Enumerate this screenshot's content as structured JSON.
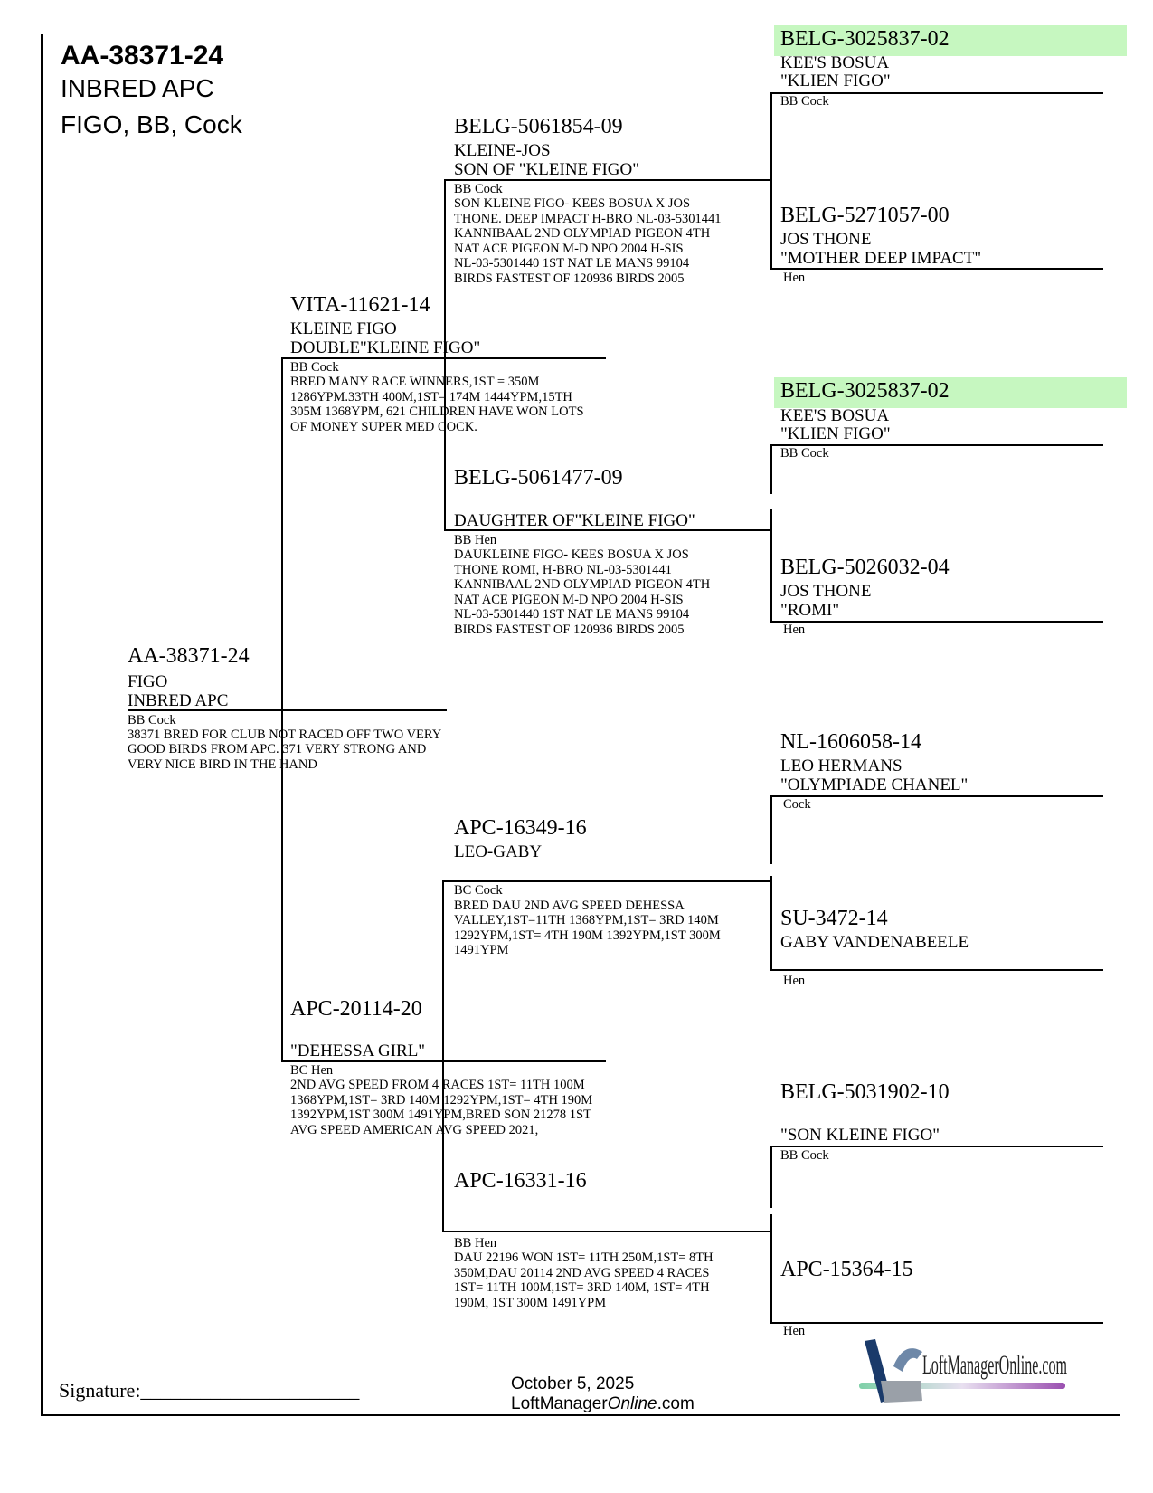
{
  "header": {
    "reg": "AA-38371-24",
    "strain": "INBRED APC",
    "desc": "FIGO, BB, Cock"
  },
  "subject": {
    "id": "AA-38371-24",
    "name1": "FIGO",
    "name2": "INBRED APC",
    "color": "BB Cock",
    "notes": [
      "38371 BRED FOR CLUB NOT RACED OFF TWO VERY",
      "GOOD BIRDS FROM APC. 371 VERY STRONG AND",
      "VERY NICE BIRD IN THE HAND"
    ]
  },
  "sire": {
    "id": "VITA-11621-14",
    "name1": "KLEINE FIGO",
    "name2": "DOUBLE\"KLEINE FIGO\"",
    "color": "BB Cock",
    "notes": [
      "BRED MANY RACE WINNERS,1ST = 350M",
      "1286YPM.33TH 400M,1ST= 174M 1444YPM,15TH",
      "305M 1368YPM, 621 CHILDREN HAVE WON LOTS",
      "OF MONEY SUPER MED COCK."
    ]
  },
  "dam": {
    "id": "APC-20114-20",
    "name1": "\"DEHESSA GIRL\"",
    "color": "BC Hen",
    "notes": [
      "2ND AVG SPEED FROM 4 RACES 1ST= 11TH 100M",
      "1368YPM,1ST= 3RD 140M 1292YPM,1ST= 4TH 190M",
      "1392YPM,1ST 300M 1491YPM,BRED SON 21278 1ST",
      "AVG SPEED AMERICAN AVG SPEED 2021,"
    ]
  },
  "gen3": [
    {
      "id": "BELG-5061854-09",
      "name1": "KLEINE-JOS",
      "name2": "SON OF \"KLEINE FIGO\"",
      "color": "BB Cock",
      "notes": [
        "SON KLEINE FIGO- KEES BOSUA X JOS",
        "THONE. DEEP IMPACT H-BRO NL-03-5301441",
        "KANNIBAAL 2ND OLYMPIAD PIGEON 4TH",
        "NAT ACE PIGEON M-D NPO 2004 H-SIS",
        "NL-03-5301440 1ST NAT LE MANS 99104",
        "BIRDS FASTEST OF 120936 BIRDS 2005"
      ]
    },
    {
      "id": "BELG-5061477-09",
      "name1": "DAUGHTER OF\"KLEINE FIGO\"",
      "color": "BB Hen",
      "notes": [
        "DAUKLEINE FIGO- KEES BOSUA X JOS",
        "THONE ROMI, H-BRO NL-03-5301441",
        "KANNIBAAL 2ND OLYMPIAD PIGEON 4TH",
        "NAT ACE PIGEON M-D NPO 2004 H-SIS",
        "NL-03-5301440 1ST NAT LE MANS 99104",
        "BIRDS FASTEST OF 120936 BIRDS 2005"
      ]
    },
    {
      "id": "APC-16349-16",
      "name1": "LEO-GABY",
      "color": "BC Cock",
      "notes": [
        "BRED DAU 2ND AVG SPEED DEHESSA",
        "VALLEY,1ST=11TH 1368YPM,1ST= 3RD 140M",
        "1292YPM,1ST= 4TH 190M 1392YPM,1ST 300M",
        "1491YPM"
      ]
    },
    {
      "id": "APC-16331-16",
      "color": "BB Hen",
      "notes": [
        "DAU 22196 WON 1ST= 11TH 250M,1ST= 8TH",
        "350M,DAU 20114 2ND AVG SPEED 4 RACES",
        "1ST= 11TH 100M,1ST= 3RD 140M, 1ST= 4TH",
        "190M, 1ST 300M 1491YPM"
      ]
    }
  ],
  "gen4": [
    {
      "id": "BELG-3025837-02",
      "name1": "KEE'S BOSUA",
      "name2": "\"KLIEN FIGO\"",
      "color": "BB Cock",
      "highlight": true
    },
    {
      "id": "BELG-5271057-00",
      "name1": "JOS THONE",
      "name2": "\"MOTHER DEEP IMPACT\"",
      "color": "Hen"
    },
    {
      "id": "BELG-3025837-02",
      "name1": "KEE'S BOSUA",
      "name2": "\"KLIEN FIGO\"",
      "color": "BB Cock",
      "highlight": true
    },
    {
      "id": "BELG-5026032-04",
      "name1": "JOS THONE",
      "name2": "\"ROMI\"",
      "color": "Hen"
    },
    {
      "id": "NL-1606058-14",
      "name1": "LEO HERMANS",
      "name2": "\"OLYMPIADE CHANEL\"",
      "color": "Cock"
    },
    {
      "id": "SU-3472-14",
      "name1": "GABY VANDENABEELE",
      "color": "Hen"
    },
    {
      "id": "BELG-5031902-10",
      "name1": "\"SON KLEINE FIGO\"",
      "color": "BB Cock"
    },
    {
      "id": "APC-15364-15",
      "color": "Hen"
    }
  ],
  "footer": {
    "signature": "Signature:______________________",
    "date": "October  5, 2025",
    "site_a": "LoftManager",
    "site_b": "Online",
    "site_c": ".com",
    "logo_text": "LoftManagerOnline.com"
  },
  "colors": {
    "highlight": "#c6f7c0"
  }
}
